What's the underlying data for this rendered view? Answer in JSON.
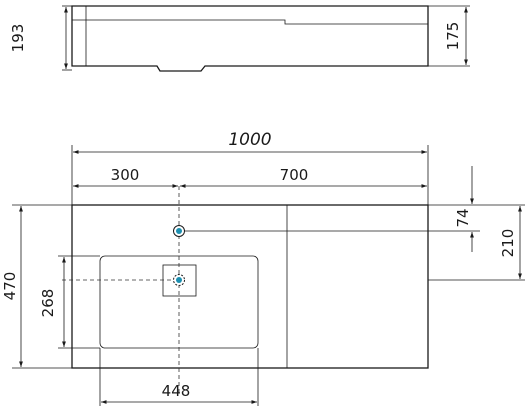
{
  "dimensions": {
    "side_height_left": "193",
    "side_height_right": "175",
    "overall_width": "1000",
    "width_to_tap": "300",
    "width_tap_to_right": "700",
    "tap_offset": "74",
    "right_depth": "210",
    "total_depth": "470",
    "basin_depth": "268",
    "basin_width": "448"
  },
  "colors": {
    "line": "#1a1a1a",
    "accent": "#1c8fb0"
  }
}
